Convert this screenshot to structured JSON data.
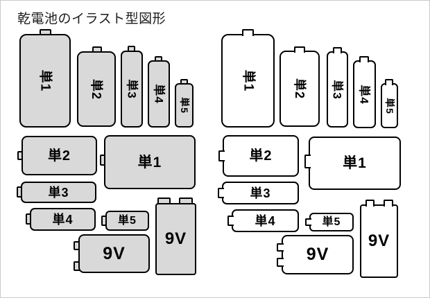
{
  "title": "乾電池のイラスト型図形",
  "labels": {
    "tan1": "単1",
    "tan2": "単2",
    "tan3": "単3",
    "tan4": "単4",
    "tan5": "単5",
    "v9": "9V"
  },
  "sets": [
    {
      "name": "filled-style",
      "fill": "#d9d9d9"
    },
    {
      "name": "outline-style",
      "fill": "#ffffff"
    }
  ],
  "colors": {
    "gray_fill": "#d9d9d9",
    "white_fill": "#ffffff",
    "outline": "#000000",
    "canvas_border": "#c9c9c9",
    "title_color": "#1c1c1c"
  }
}
